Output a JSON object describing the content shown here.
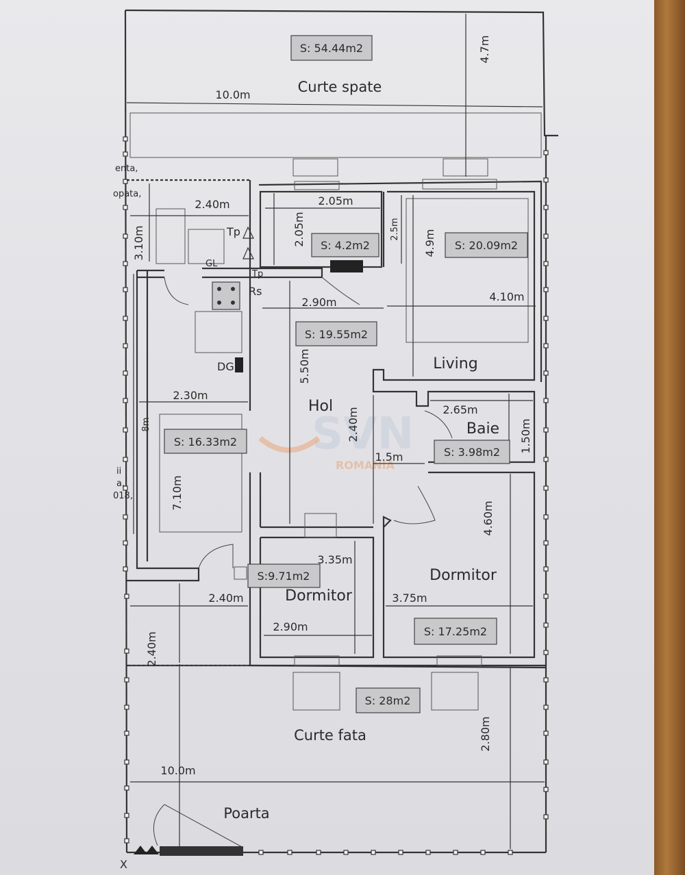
{
  "watermark": {
    "text": "SVN",
    "subtext": "ROMANIA"
  },
  "areas": {
    "back_yard": "S: 54.44m2",
    "bath_top": "S: 4.2m2",
    "living": "S: 20.09m2",
    "hall": "S: 19.55m2",
    "left_room": "S: 16.33m2",
    "bathroom": "S: 3.98m2",
    "bedroom_small": "S:9.71m2",
    "bedroom_large": "S: 17.25m2",
    "front_yard": "S: 28m2"
  },
  "rooms": {
    "back_yard": "Curte spate",
    "living": "Living",
    "hall": "Hol",
    "bathroom": "Baie",
    "bedroom_small": "Dormitor",
    "bedroom_large": "Dormitor",
    "front_yard": "Curte fata",
    "gate": "Poarta"
  },
  "dimensions": {
    "back_width": "10.0m",
    "back_depth": "4.7m",
    "terrace_width": "2.40m",
    "terrace_depth": "3.10m",
    "bath_top_w": "2.05m",
    "bath_top_h": "2.05m",
    "bath_top_side": "2.5m",
    "living_h": "4.9m",
    "living_w": "4.10m",
    "hall_w": "2.90m",
    "hall_h": "5.50m",
    "left_w": "2.30m",
    "left_h_outer": "8m",
    "left_h": "7.10m",
    "bath_w": "2.65m",
    "bath_h": "1.50m",
    "hall_mid_h": "2.40m",
    "hall_mid_w": "1.5m",
    "bed_large_h": "4.60m",
    "bed_small_h": "3.35m",
    "entry_w": "2.40m",
    "bed_large_w": "3.75m",
    "bed_small_w": "2.90m",
    "entry_h": "2.40m",
    "front_depth": "2.80m",
    "front_width": "10.0m"
  },
  "symbols": {
    "tp": "Tp",
    "tp2": "Tp",
    "rs": "Rs",
    "dg": "DG",
    "gl": "GL"
  },
  "margin_notes": {
    "n1": "enta,",
    "n2": "opata,",
    "n3": "ii",
    "n4": "a,",
    "n5": "018,",
    "n6": "X"
  }
}
